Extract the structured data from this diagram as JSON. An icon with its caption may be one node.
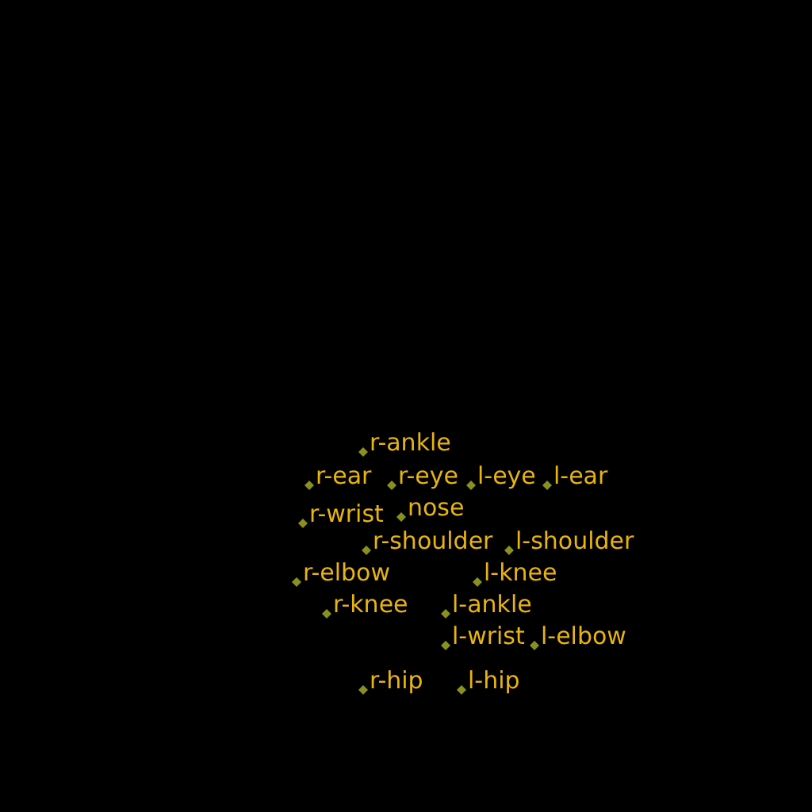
{
  "diagram": {
    "labels": [
      "r-ankle",
      "r-ear",
      "r-eye",
      "l-eye",
      "l-ear",
      "nose",
      "r-wrist",
      "r-shoulder",
      "l-shoulder",
      "r-elbow",
      "l-knee",
      "r-knee",
      "l-ankle",
      "l-wrist",
      "l-elbow",
      "r-hip",
      "l-hip"
    ]
  }
}
